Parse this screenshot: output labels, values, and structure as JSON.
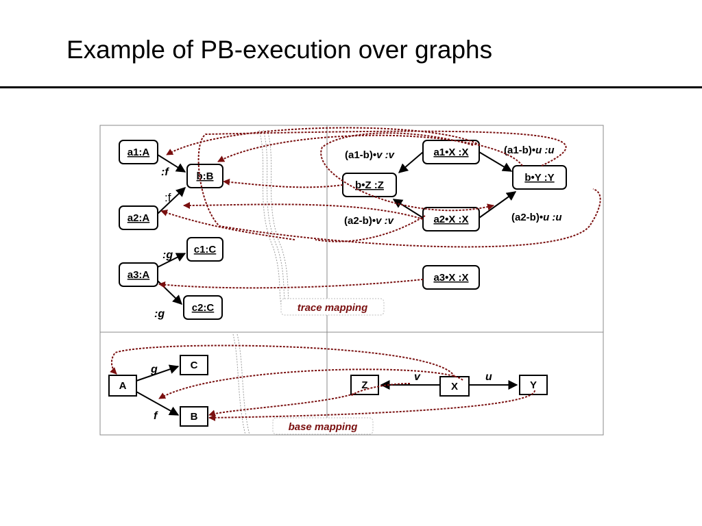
{
  "slide": {
    "title": "Example of PB-execution over graphs"
  },
  "instance_left": {
    "nodes": {
      "a1": "a1:A",
      "b": "b:B",
      "a2": "a2:A",
      "c1": "c1:C",
      "a3": "a3:A",
      "c2": "c2:C"
    },
    "edge_labels": {
      "f1": ":f",
      "f2": ":f",
      "g1": ":g",
      "g2": ":g"
    }
  },
  "instance_right": {
    "nodes": {
      "a1x": "a1•X :X",
      "bz": "b•Z :Z",
      "by": "b•Y :Y",
      "a2x": "a2•X :X",
      "a3x": "a3•X :X"
    },
    "edge_labels": {
      "a1b_v": [
        "(a1-b)•",
        "v",
        " :v"
      ],
      "a1b_u": [
        "(a1-b)•",
        "u",
        " :u"
      ],
      "a2b_v": [
        "(a2-b)•",
        "v",
        " :v"
      ],
      "a2b_u": [
        "(a2-b)•",
        "u",
        " :u"
      ]
    }
  },
  "base_left": {
    "nodes": {
      "A": "A",
      "B": "B",
      "C": "C"
    },
    "edge_labels": {
      "g": "g",
      "f": "f"
    }
  },
  "base_right": {
    "nodes": {
      "X": "X",
      "Y": "Y",
      "Z": "Z"
    },
    "edge_labels": {
      "v": "v",
      "u": "u"
    }
  },
  "labels": {
    "trace": "trace mapping",
    "base": "base mapping"
  },
  "colors": {
    "mapping": "#7a1010",
    "ink": "#000000",
    "grid": "#888888"
  }
}
